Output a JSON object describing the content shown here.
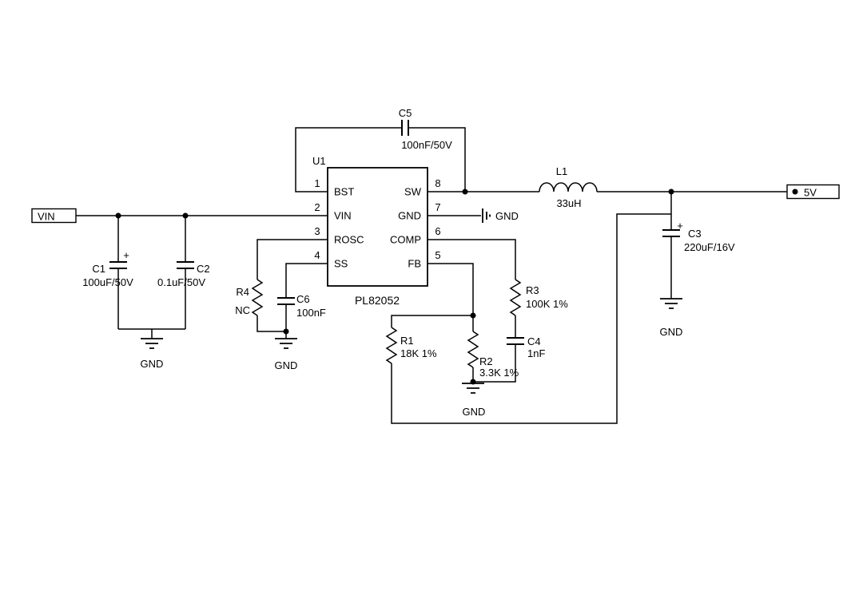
{
  "colors": {
    "ink": "#000000",
    "background": "#ffffff"
  },
  "ic": {
    "ref": "U1",
    "part": "PL82052",
    "pins_left": [
      {
        "num": "1",
        "name": "BST"
      },
      {
        "num": "2",
        "name": "VIN"
      },
      {
        "num": "3",
        "name": "ROSC"
      },
      {
        "num": "4",
        "name": "SS"
      }
    ],
    "pins_right": [
      {
        "num": "8",
        "name": "SW"
      },
      {
        "num": "7",
        "name": "GND"
      },
      {
        "num": "6",
        "name": "COMP"
      },
      {
        "num": "5",
        "name": "FB"
      }
    ]
  },
  "nets": {
    "vin": "VIN",
    "vout": "5V",
    "gnd": "GND"
  },
  "components": {
    "C1": {
      "ref": "C1",
      "value": "100uF/50V",
      "polarity": "+"
    },
    "C2": {
      "ref": "C2",
      "value": "0.1uF/50V"
    },
    "C3": {
      "ref": "C3",
      "value": "220uF/16V",
      "polarity": "+"
    },
    "C4": {
      "ref": "C4",
      "value": "1nF"
    },
    "C5": {
      "ref": "C5",
      "value": "100nF/50V"
    },
    "C6": {
      "ref": "C6",
      "value": "100nF"
    },
    "R1": {
      "ref": "R1",
      "value": "18K 1%"
    },
    "R2": {
      "ref": "R2",
      "value": "3.3K 1%"
    },
    "R3": {
      "ref": "R3",
      "value": "100K 1%"
    },
    "R4": {
      "ref": "R4",
      "value": "NC"
    },
    "L1": {
      "ref": "L1",
      "value": "33uH"
    }
  }
}
